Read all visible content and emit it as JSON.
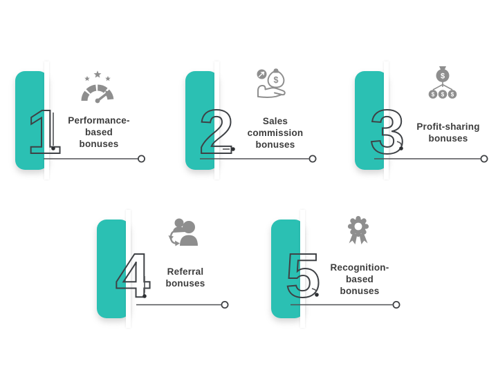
{
  "infographic": {
    "background": "#ffffff",
    "accent_teal": "#2BC0B3",
    "icon_gray": "#8E8E8E",
    "text_color": "#3C3C3C",
    "line_color": "#4E4F52",
    "items": [
      {
        "number": "1",
        "label": "Performance-\nbased\nbonuses",
        "icon": "gauge-stars-icon"
      },
      {
        "number": "2",
        "label": "Sales\ncommission\nbonuses",
        "icon": "hand-money-bag-icon"
      },
      {
        "number": "3",
        "label": "Profit-sharing\nbonuses",
        "icon": "money-distribution-icon"
      },
      {
        "number": "4",
        "label": "Referral\nbonuses",
        "icon": "referral-people-icon"
      },
      {
        "number": "5",
        "label": "Recognition-\nbased\nbonuses",
        "icon": "award-medal-icon"
      }
    ]
  }
}
